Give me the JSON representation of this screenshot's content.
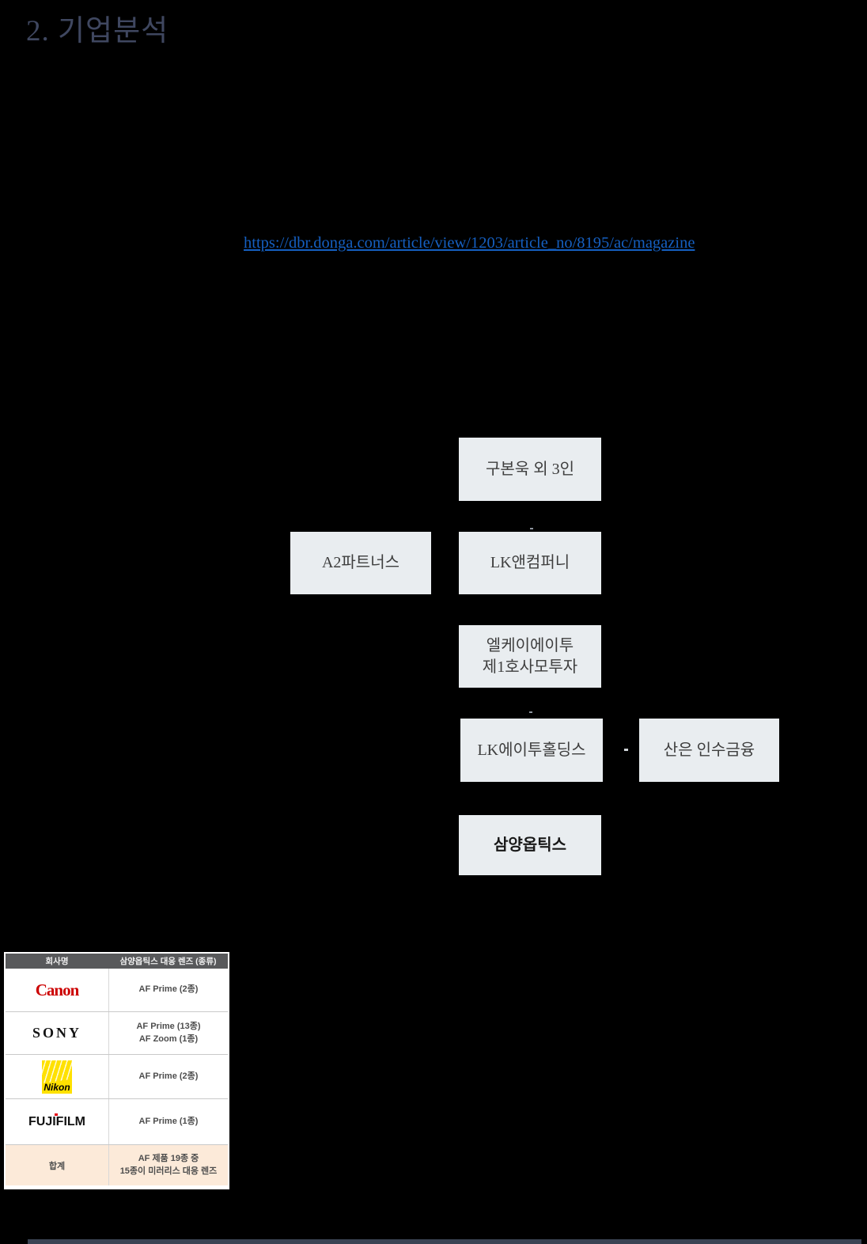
{
  "page": {
    "title": "2. 기업분석",
    "link": "https://dbr.donga.com/article/view/1203/article_no/8195/ac/magazine"
  },
  "colors": {
    "title_color": "#3f4760",
    "link_color": "#155fc0",
    "box_bg": "#e9edf0",
    "header_bg": "#58595b",
    "total_row_bg": "#fcead9",
    "bottom_bar": "#3b4454",
    "canon_red": "#cc0000",
    "nikon_yellow": "#ffe100"
  },
  "org_chart": {
    "boxes": [
      {
        "label": "구본욱 외 3인"
      },
      {
        "label": "A2파트너스"
      },
      {
        "label": "LK앤컴퍼니"
      },
      {
        "line1": "엘케이에이투",
        "line2": "제1호사모투자"
      },
      {
        "label": "LK에이투홀딩스"
      },
      {
        "label": "산은 인수금융"
      },
      {
        "label": "삼양옵틱스"
      }
    ]
  },
  "lens_table": {
    "headers": [
      "회사명",
      "삼양옵틱스 대응 렌즈 (종류)"
    ],
    "rows": [
      {
        "company": "Canon",
        "lens": "AF Prime (2종)"
      },
      {
        "company": "SONY",
        "lens_line1": "AF Prime (13종)",
        "lens_line2": "AF Zoom (1종)"
      },
      {
        "company": "Nikon",
        "lens": "AF Prime (2종)"
      },
      {
        "company": "FUJIFILM",
        "lens": "AF Prime (1종)"
      },
      {
        "company": "합계",
        "lens_line1": "AF 제품 19종 중",
        "lens_line2": "15종이 미러리스 대응 렌즈"
      }
    ]
  }
}
